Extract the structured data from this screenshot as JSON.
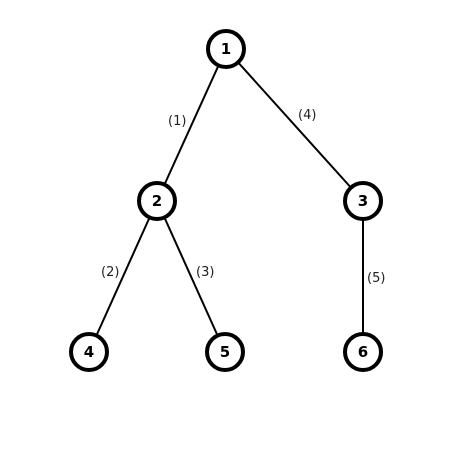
{
  "tree": {
    "nodes": [
      {
        "id": "n1",
        "label": "1"
      },
      {
        "id": "n2",
        "label": "2"
      },
      {
        "id": "n3",
        "label": "3"
      },
      {
        "id": "n4",
        "label": "4"
      },
      {
        "id": "n5",
        "label": "5"
      },
      {
        "id": "n6",
        "label": "6"
      }
    ],
    "edges": [
      {
        "from": "n1",
        "to": "n2",
        "label": "(1)"
      },
      {
        "from": "n2",
        "to": "n4",
        "label": "(2)"
      },
      {
        "from": "n2",
        "to": "n5",
        "label": "(3)"
      },
      {
        "from": "n1",
        "to": "n3",
        "label": "(4)"
      },
      {
        "from": "n3",
        "to": "n6",
        "label": "(5)"
      }
    ]
  }
}
